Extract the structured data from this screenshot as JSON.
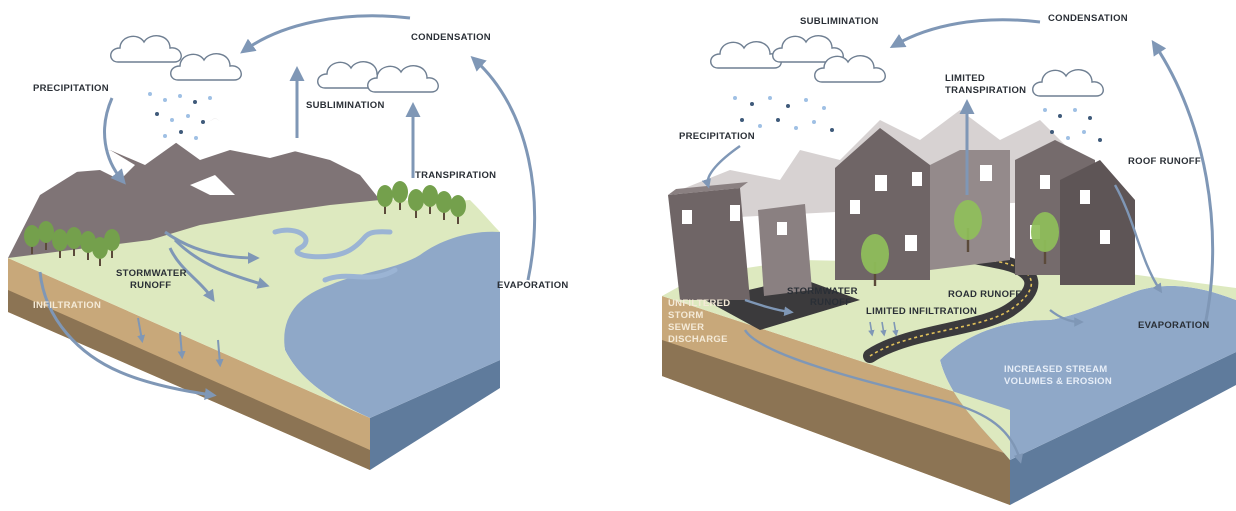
{
  "colors": {
    "water": "#8fa8c8",
    "water_dark": "#5f7b9c",
    "grass": "#dde9bf",
    "soil": "#c8a87a",
    "soil_dark": "#8c7454",
    "rock": "#7f7476",
    "snow": "#ffffff",
    "building": "#6f6566",
    "road": "#3b3a3c",
    "arrow": "#7f97b6",
    "tree": "#74a04c",
    "rain_blue": "#9fc0e4",
    "rain_dark": "#3f5a7a"
  },
  "natural": {
    "labels": {
      "precipitation": "PRECIPITATION",
      "condensation": "CONDENSATION",
      "sublimination": "SUBLIMINATION",
      "transpiration": "TRANSPIRATION",
      "stormwater_runoff_1": "STORMWATER",
      "stormwater_runoff_2": "RUNOFF",
      "infiltration": "INFILTRATION",
      "evaporation": "EVAPORATION"
    }
  },
  "urban": {
    "labels": {
      "sublimination": "SUBLIMINATION",
      "condensation": "CONDENSATION",
      "precipitation": "PRECIPITATION",
      "limited_transpiration_1": "LIMITED",
      "limited_transpiration_2": "TRANSPIRATION",
      "roof_runoff": "ROOF RUNOFF",
      "stormwater_runoff_1": "STORMWATER",
      "stormwater_runoff_2": "RUNOFF",
      "road_runoff": "ROAD RUNOFF",
      "limited_infiltration": "LIMITED INFILTRATION",
      "unfiltered_1": "UNFILTERED",
      "unfiltered_2": "STORM",
      "unfiltered_3": "SEWER",
      "unfiltered_4": "DISCHARGE",
      "increased_stream_1": "INCREASED STREAM",
      "increased_stream_2": "VOLUMES & EROSION",
      "evaporation": "EVAPORATION"
    }
  }
}
